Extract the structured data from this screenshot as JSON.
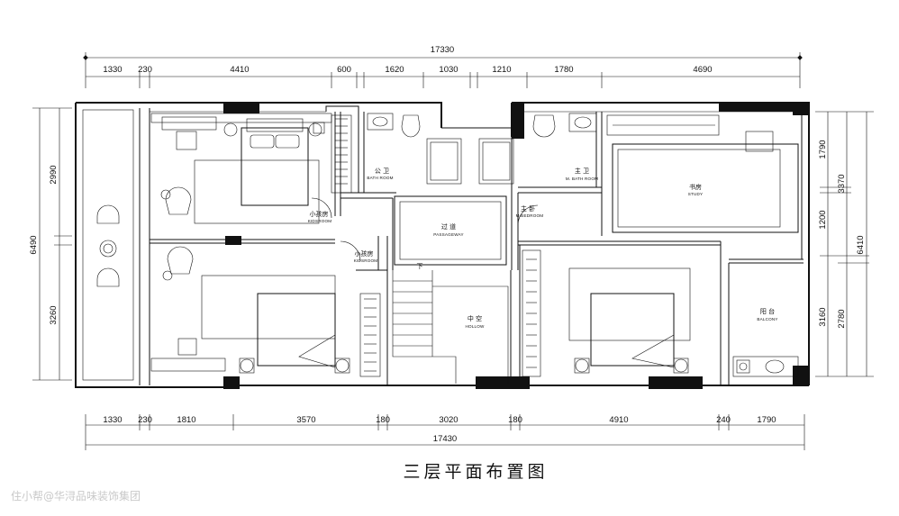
{
  "title": "三层平面布置图",
  "watermark": "住小帮@华浔品味装饰集团",
  "dimensions": {
    "top_total": "17330",
    "top_segments": [
      "1330",
      "230",
      "4410",
      "600",
      "1620",
      "1030",
      "1210",
      "1780",
      "4690"
    ],
    "bottom_total": "17430",
    "bottom_segments": [
      "1330",
      "230",
      "1810",
      "3570",
      "180",
      "3020",
      "180",
      "4910",
      "240",
      "1790"
    ],
    "left_total": "6490",
    "left_segments": [
      "2990",
      "3260"
    ],
    "right_outer": "6410",
    "right_mid": [
      "3370",
      "2780"
    ],
    "right_inner": [
      "1790",
      "1200",
      "3160"
    ]
  },
  "rooms": {
    "kids_room_1": {
      "cn": "小孩房",
      "en": "KIDSROOM"
    },
    "kids_room_2": {
      "cn": "小孩房",
      "en": "KIDSROOM"
    },
    "public_bath": {
      "cn": "公 卫",
      "en": "BATH ROOM"
    },
    "master_bath": {
      "cn": "主 卫",
      "en": "M. BATH ROOM"
    },
    "passageway": {
      "cn": "过 道",
      "en": "PASSAGEWAY"
    },
    "master_room": {
      "cn": "主 卧",
      "en": "M.BEDROOM"
    },
    "study": {
      "cn": "书房",
      "en": "STUDY"
    },
    "hollow": {
      "cn": "中 空",
      "en": "HOLLOW"
    },
    "balcony": {
      "cn": "阳 台",
      "en": "BALCONY"
    }
  },
  "stair_mark": "下"
}
